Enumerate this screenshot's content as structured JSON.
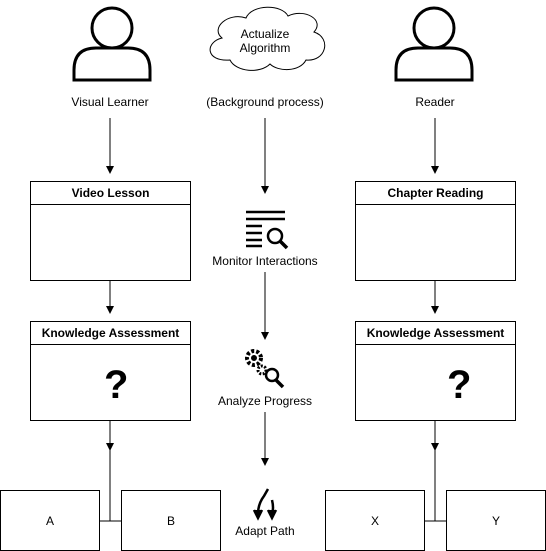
{
  "actors": {
    "left": {
      "label": "Visual Learner"
    },
    "right": {
      "label": "Reader"
    }
  },
  "cloud": {
    "line1": "Actualize",
    "line2": "Algorithm"
  },
  "center": {
    "background": "(Background process)",
    "monitor": "Monitor Interactions",
    "analyze": "Analyze Progress",
    "adapt": "Adapt Path"
  },
  "boxes": {
    "video_lesson": "Video Lesson",
    "chapter_reading": "Chapter Reading",
    "assessment_left": "Knowledge Assessment",
    "assessment_right": "Knowledge Assessment"
  },
  "question_mark": "?",
  "leaves": {
    "a": "A",
    "b": "B",
    "x": "X",
    "y": "Y"
  },
  "colors": {
    "stroke": "#000000",
    "video_bg": "#3d3d3d"
  },
  "icons": [
    "user-icon",
    "cloud-icon",
    "video-play-icon",
    "document-icon",
    "list-search-icon",
    "gears-search-icon",
    "image-icon",
    "edit-document-icon",
    "question-icon",
    "merge-arrows-icon"
  ]
}
